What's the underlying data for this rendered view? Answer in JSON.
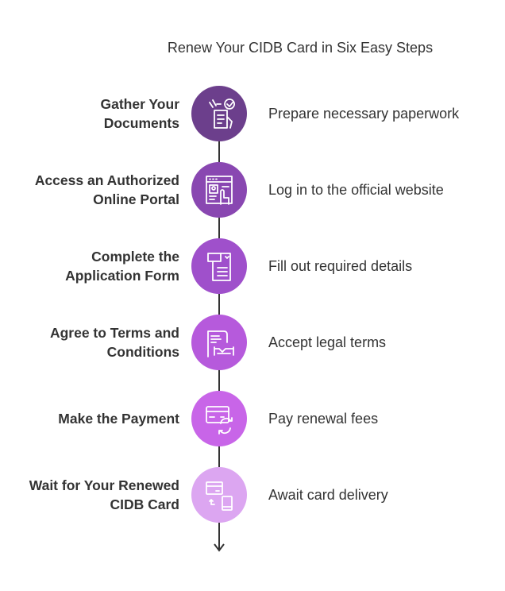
{
  "title": "Renew Your CIDB Card in Six Easy Steps",
  "steps": [
    {
      "label": "Gather Your Documents",
      "description": "Prepare necessary paperwork",
      "icon": "documents-hand-check-icon",
      "color": "#6c3f8c"
    },
    {
      "label": "Access an Authorized Online Portal",
      "description": "Log in to the official website",
      "icon": "web-portal-profile-icon",
      "color": "#8947b1"
    },
    {
      "label": "Complete the Application Form",
      "description": "Fill out required details",
      "icon": "form-icon",
      "color": "#9f50cb"
    },
    {
      "label": "Agree to Terms and Conditions",
      "description": "Accept legal terms",
      "icon": "contract-handshake-icon",
      "color": "#b65adc"
    },
    {
      "label": "Make the Payment",
      "description": "Pay renewal fees",
      "icon": "card-refresh-icon",
      "color": "#c865e8"
    },
    {
      "label": "Wait for Your Renewed CIDB Card",
      "description": "Await card delivery",
      "icon": "card-phone-icon",
      "color": "#dca6f1"
    }
  ]
}
